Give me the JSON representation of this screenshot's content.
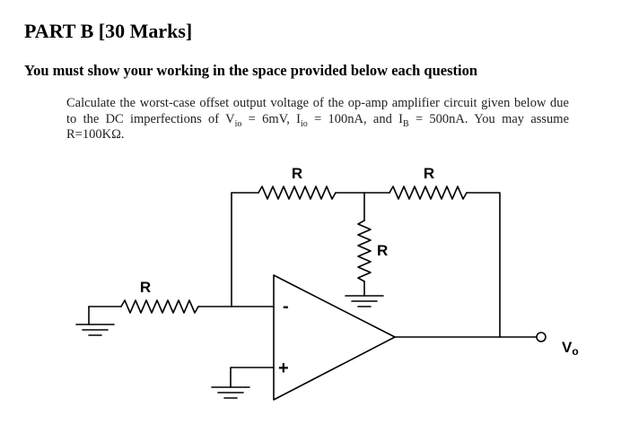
{
  "header": {
    "title": "PART B [30 Marks]"
  },
  "instruction": "You must show your working in the space provided below each question",
  "question": {
    "part1": "Calculate the worst-case offset output voltage of the op-amp amplifier circuit given below due to the DC imperfections of V",
    "vio_sub": "io",
    "part2": " = 6mV, I",
    "iio_sub": "io",
    "part3": " = 100nA, and I",
    "ib_sub": "B",
    "part4": " = 500nA. You may assume R=100KΩ."
  },
  "circuit": {
    "resistor_label": "R",
    "minus_label": "-",
    "plus_label": "+",
    "output_label": "V",
    "output_sub": "o"
  }
}
